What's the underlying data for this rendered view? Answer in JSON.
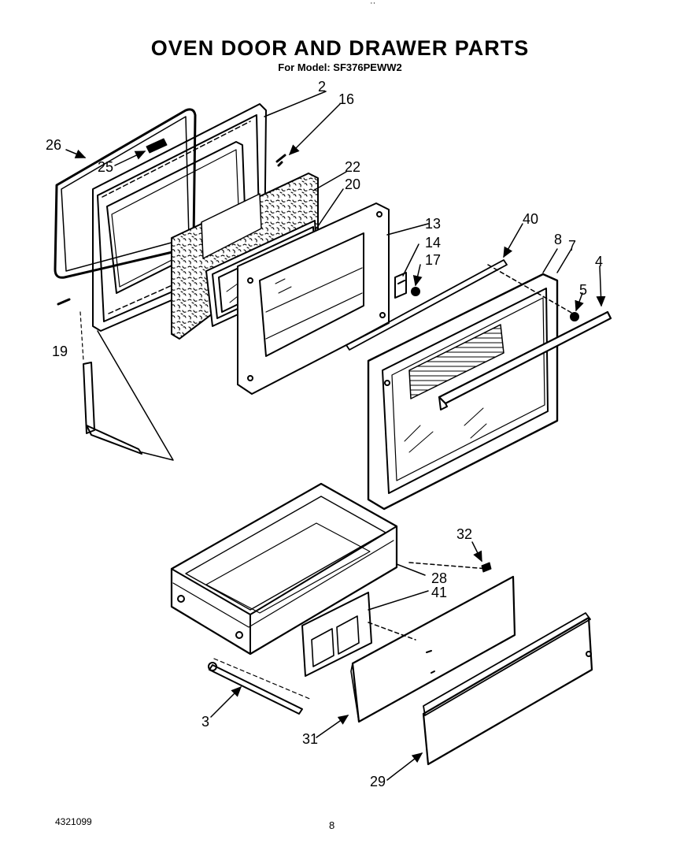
{
  "header": {
    "top_mark": "··",
    "title": "OVEN DOOR AND DRAWER PARTS",
    "subtitle": "For Model: SF376PEWW2"
  },
  "footer": {
    "doc_number": "4321099",
    "page_number": "8"
  },
  "callouts": {
    "c2": "2",
    "c16": "16",
    "c26": "26",
    "c25": "25",
    "c22": "22",
    "c20": "20",
    "c13": "13",
    "c14": "14",
    "c17": "17",
    "c40": "40",
    "c8": "8",
    "c7": "7",
    "c4": "4",
    "c5": "5",
    "c19": "19",
    "c32": "32",
    "c28": "28",
    "c41": "41",
    "c3": "3",
    "c31": "31",
    "c29": "29"
  }
}
